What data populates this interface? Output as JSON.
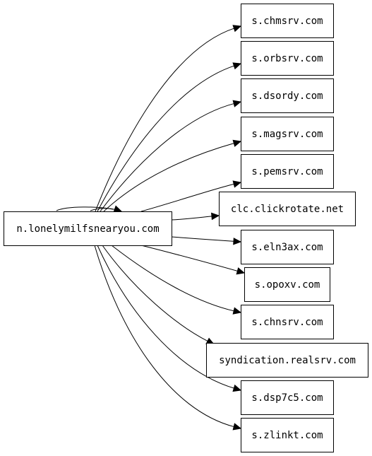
{
  "graph": {
    "source": {
      "id": "src",
      "label": "n.lonelymilfsnearyou.com"
    },
    "targets": [
      {
        "id": "t1",
        "label": "s.chmsrv.com"
      },
      {
        "id": "t2",
        "label": "s.orbsrv.com"
      },
      {
        "id": "t3",
        "label": "s.dsordy.com"
      },
      {
        "id": "t4",
        "label": "s.magsrv.com"
      },
      {
        "id": "t5",
        "label": "s.pemsrv.com"
      },
      {
        "id": "t6",
        "label": "clc.clickrotate.net"
      },
      {
        "id": "t7",
        "label": "s.eln3ax.com"
      },
      {
        "id": "t8",
        "label": "s.opoxv.com"
      },
      {
        "id": "t9",
        "label": "s.chnsrv.com"
      },
      {
        "id": "t10",
        "label": "syndication.realsrv.com"
      },
      {
        "id": "t11",
        "label": "s.dsp7c5.com"
      },
      {
        "id": "t12",
        "label": "s.zlinkt.com"
      }
    ],
    "edges": [
      {
        "from": "src",
        "to": "src"
      },
      {
        "from": "src",
        "to": "t1"
      },
      {
        "from": "src",
        "to": "t2"
      },
      {
        "from": "src",
        "to": "t3"
      },
      {
        "from": "src",
        "to": "t4"
      },
      {
        "from": "src",
        "to": "t5"
      },
      {
        "from": "src",
        "to": "t6"
      },
      {
        "from": "src",
        "to": "t7"
      },
      {
        "from": "src",
        "to": "t8"
      },
      {
        "from": "src",
        "to": "t9"
      },
      {
        "from": "src",
        "to": "t10"
      },
      {
        "from": "src",
        "to": "t11"
      },
      {
        "from": "src",
        "to": "t12"
      }
    ]
  }
}
